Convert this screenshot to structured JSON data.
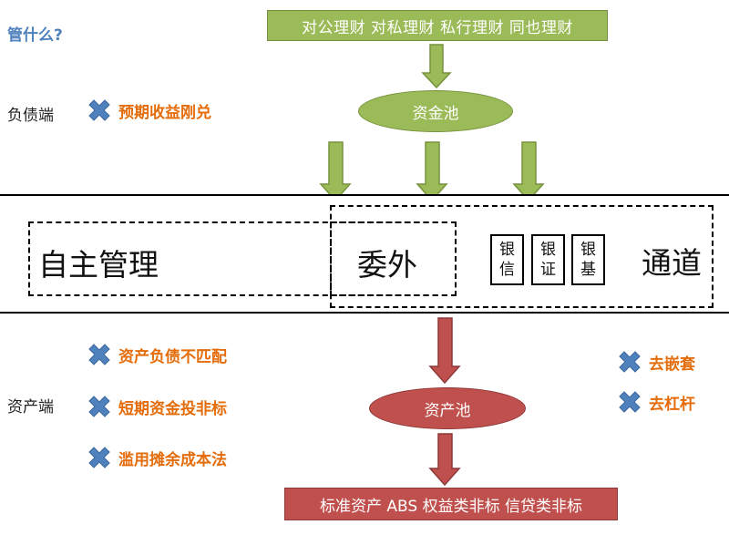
{
  "header": {
    "question": "管什么?"
  },
  "funding": {
    "sources": "对公理财  对私理财  私行理财  同也理财",
    "pool": "资金池"
  },
  "liability": {
    "label": "负债端",
    "items": [
      "预期收益刚兑"
    ]
  },
  "middle": {
    "self_manage": "自主管理",
    "outsource": "委外",
    "channel": "通道",
    "channel_types": [
      {
        "line1": "银",
        "line2": "信"
      },
      {
        "line1": "银",
        "line2": "证"
      },
      {
        "line1": "银",
        "line2": "基"
      }
    ]
  },
  "asset": {
    "label": "资产端",
    "pool": "资产池",
    "items": [
      "资产负债不匹配",
      "短期资金投非标",
      "滥用摊余成本法"
    ],
    "right_items": [
      "去嵌套",
      "去杠杆"
    ],
    "targets": "标准资产  ABS  权益类非标  信贷类非标"
  },
  "colors": {
    "green": "#9bbb59",
    "red": "#c0504d",
    "blue": "#4f81bd",
    "orange": "#e46c0a"
  }
}
